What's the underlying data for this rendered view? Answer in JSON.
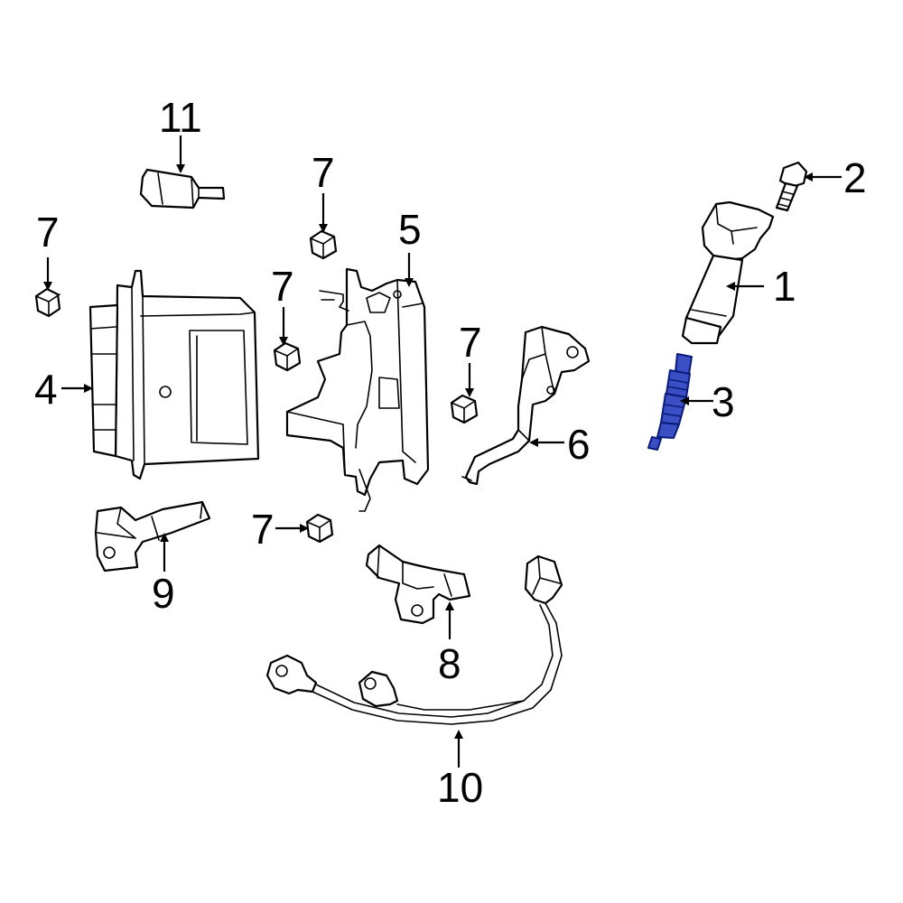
{
  "callouts": {
    "c1": "1",
    "c2": "2",
    "c3": "3",
    "c4": "4",
    "c5": "5",
    "c6": "6",
    "c7a": "7",
    "c7b": "7",
    "c7c": "7",
    "c7d": "7",
    "c7e": "7",
    "c8": "8",
    "c9": "9",
    "c10": "10",
    "c11": "11"
  },
  "colors": {
    "highlight": "#3a4fc4",
    "line": "#000000",
    "background": "#ffffff"
  },
  "highlighted_part": "3"
}
